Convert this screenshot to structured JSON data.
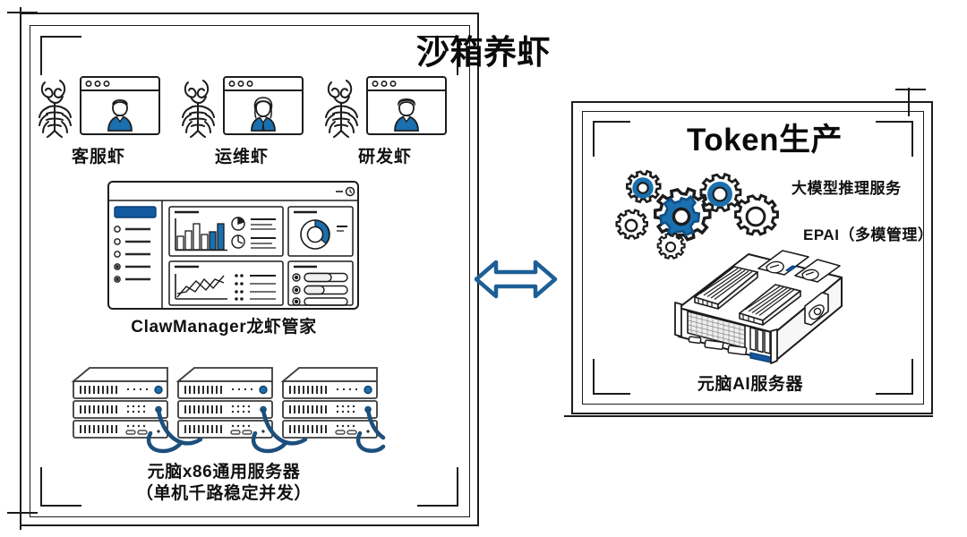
{
  "meta": {
    "kind": "hand-drawn architecture diagram",
    "panels": 2,
    "connector": "double-headed-arrow"
  },
  "colors": {
    "ink": "#1c1c1c",
    "accent_blue": "#1a6fae",
    "accent_blue_dark": "#0f4f84",
    "accent_blue_light": "#3d8cc4",
    "paper": "#ffffff",
    "gray_fill": "#f4f4f4"
  },
  "left_panel": {
    "title": "沙箱养虾",
    "agents": [
      {
        "label": "客服虾",
        "icon": "lobster-icon",
        "window_icon": "browser-window-icon",
        "avatar": "avatar-support-icon"
      },
      {
        "label": "运维虾",
        "icon": "lobster-icon",
        "window_icon": "browser-window-icon",
        "avatar": "avatar-ops-icon"
      },
      {
        "label": "研发虾",
        "icon": "lobster-icon",
        "window_icon": "browser-window-icon",
        "avatar": "avatar-dev-icon"
      }
    ],
    "dashboard": {
      "caption": "ClawManager龙虾管家",
      "icon": "dashboard-window-icon",
      "sidebar_items": 5,
      "widgets": [
        "bar-chart-widget",
        "donut-chart-widget",
        "line-chart-widget",
        "list-widget",
        "slider-widget"
      ]
    },
    "servers": {
      "caption_line1": "元脑x86通用服务器",
      "caption_line2": "（单机千路稳定并发）",
      "icon": "rack-server-icon",
      "count": 3,
      "cables": "blue-network-cables"
    }
  },
  "connector": {
    "icon": "double-arrow-icon",
    "direction": "bidirectional"
  },
  "right_panel": {
    "title": "Token生产",
    "gears": {
      "icon": "gears-icon",
      "count": 6
    },
    "labels": [
      "大模型推理服务",
      "EPAI（多模管理）"
    ],
    "server": {
      "caption": "元脑AI服务器",
      "icon": "ai-server-icon"
    }
  }
}
